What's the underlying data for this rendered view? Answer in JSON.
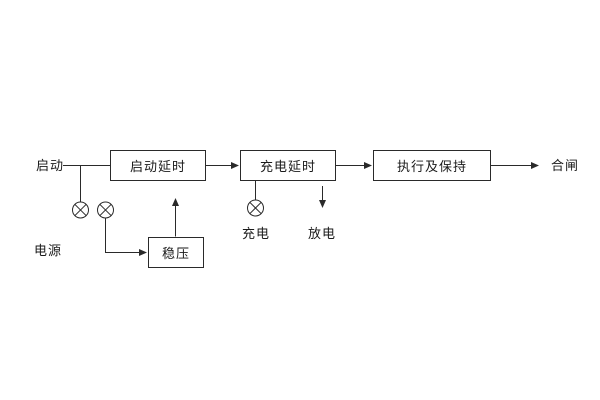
{
  "diagram": {
    "title_hint": "relay function block diagram",
    "labels": {
      "start": "启动",
      "power": "电源",
      "close": "合闸",
      "charge": "充电",
      "discharge": "放电"
    },
    "boxes": {
      "start_delay": "启动延时",
      "charge_delay": "充电延时",
      "execute_hold": "执行及保持",
      "regulator": "稳压"
    },
    "icons": {
      "lamp": "circle-cross-lamp-icon"
    },
    "colors": {
      "background": "#ffffff",
      "line": "#2a2a2a",
      "text": "#1a1a1a"
    }
  }
}
